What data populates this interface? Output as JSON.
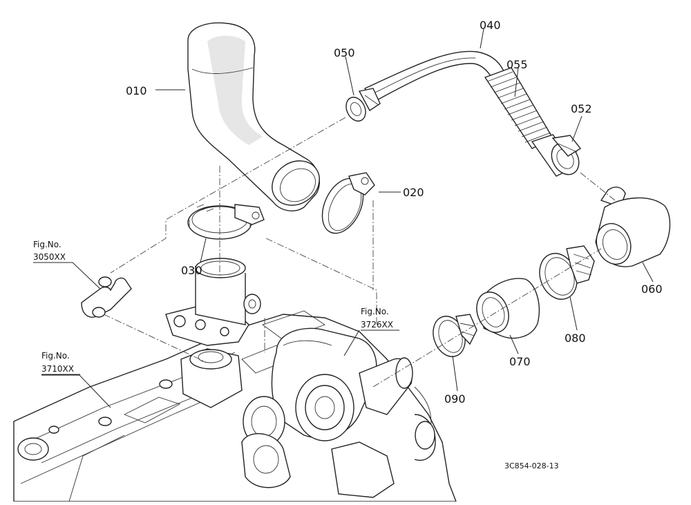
{
  "diagram": {
    "part_numbers": [
      "010",
      "020",
      "030",
      "040",
      "050",
      "052",
      "055",
      "060",
      "070",
      "080",
      "090"
    ],
    "figure_refs": [
      {
        "line1": "Fig.No.",
        "line2": "3050XX"
      },
      {
        "line1": "Fig.No.",
        "line2": "3726XX"
      },
      {
        "line1": "Fig.No.",
        "line2": "3710XX"
      }
    ],
    "drawing_code": "3C854-028-13",
    "stroke_color": "#222222",
    "background": "#ffffff"
  }
}
